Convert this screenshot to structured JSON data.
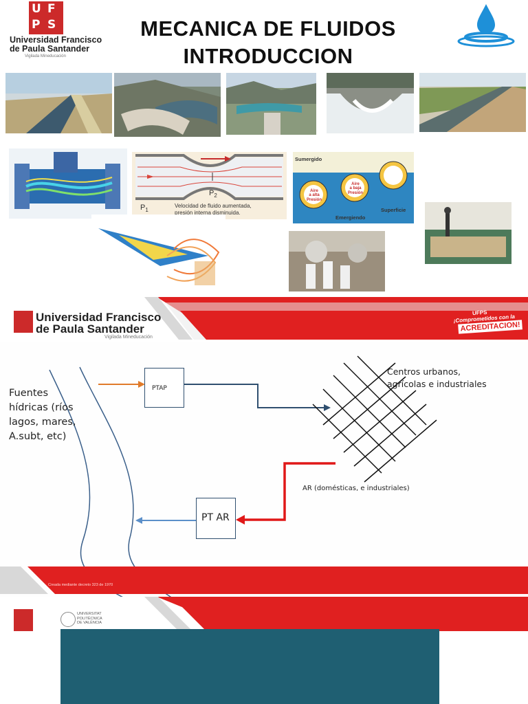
{
  "slide1": {
    "university": {
      "line1": "Universidad Francisco",
      "line2": "de Paula Santander",
      "tagline": "Vigilada Mineducación",
      "logo_letters": [
        "U",
        "F",
        "P",
        "S"
      ]
    },
    "title_line1": "MECANICA DE FLUIDOS",
    "title_line2": "INTRODUCCION",
    "photos_row": [
      "canal-photo",
      "dam-photo",
      "reservoir-photo",
      "spillway-photo",
      "irrigation-canal-photo"
    ],
    "venturi": {
      "p1": "P",
      "p1_sub": "1",
      "p2": "P",
      "p2_sub": "2",
      "caption_line1": "Velocidad de fluido aumentada,",
      "caption_line2": "presión interna disminuida."
    },
    "buoy": {
      "sumergido": "Sumergido",
      "emergiendo": "Emergiendo",
      "superficie": "Superficie",
      "left_label_1": "Aire",
      "left_label_2": "a alta",
      "left_label_3": "Presión",
      "mid_label_1": "Aire",
      "mid_label_2": "a baja",
      "mid_label_3": "Presión"
    }
  },
  "slide2": {
    "university": {
      "line1": "Universidad Francisco",
      "line2": "de Paula Santander",
      "tagline": "Vigilada Mineducación"
    },
    "badge_line1": "UFPS",
    "badge_line2": "¡Comprometidos con la",
    "badge_line3": "ACREDITACION!",
    "fuentes": "Fuentes hídricas (ríos lagos, mares, A.subt, etc)",
    "ptap": "PTAP",
    "centros": "Centros urbanos, agrícolas e industriales",
    "ar": "AR (domésticas, e industriales)",
    "ptar": "PT AR",
    "footer": "Creada mediante decreto 323 de 1970"
  },
  "slide3": {
    "upv_line1": "UNIVERSITAT",
    "upv_line2": "POLITÈCNICA",
    "upv_line3": "DE VALÈNCIA"
  },
  "colors": {
    "brand_red": "#e02020",
    "navy": "#2f4f6f",
    "orange": "#e07b2a",
    "teal_box": "#1f5f72"
  }
}
